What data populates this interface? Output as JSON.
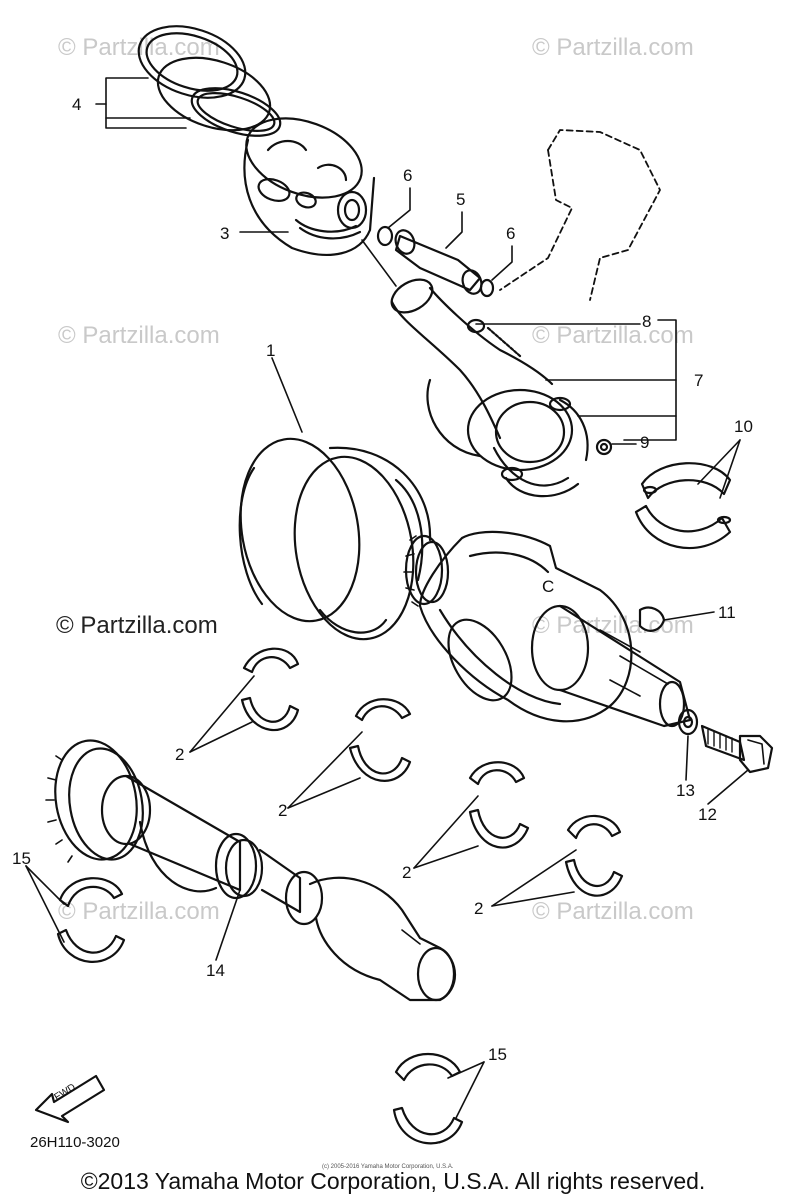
{
  "watermarks": {
    "text": "© Partzilla.com",
    "strong_text": "© Partzilla.com"
  },
  "callouts": {
    "c1": "1",
    "c2": "2",
    "c3": "3",
    "c4": "4",
    "c5": "5",
    "c6": "6",
    "c7": "7",
    "c8": "8",
    "c9": "9",
    "c10": "10",
    "c11": "11",
    "c12": "12",
    "c13": "13",
    "c14": "14",
    "c15": "15",
    "c_mark": "C"
  },
  "footer": {
    "diagram_code": "26H110-3020",
    "copyright": "©2013 Yamaha Motor Corporation, U.S.A. All rights reserved.",
    "tiny_notice": "(c) 2005-2016 Yamaha Motor Corporation, U.S.A.",
    "fwd_label": "FWD"
  },
  "colors": {
    "ink": "#111111",
    "watermark": "#c9c9c9"
  }
}
